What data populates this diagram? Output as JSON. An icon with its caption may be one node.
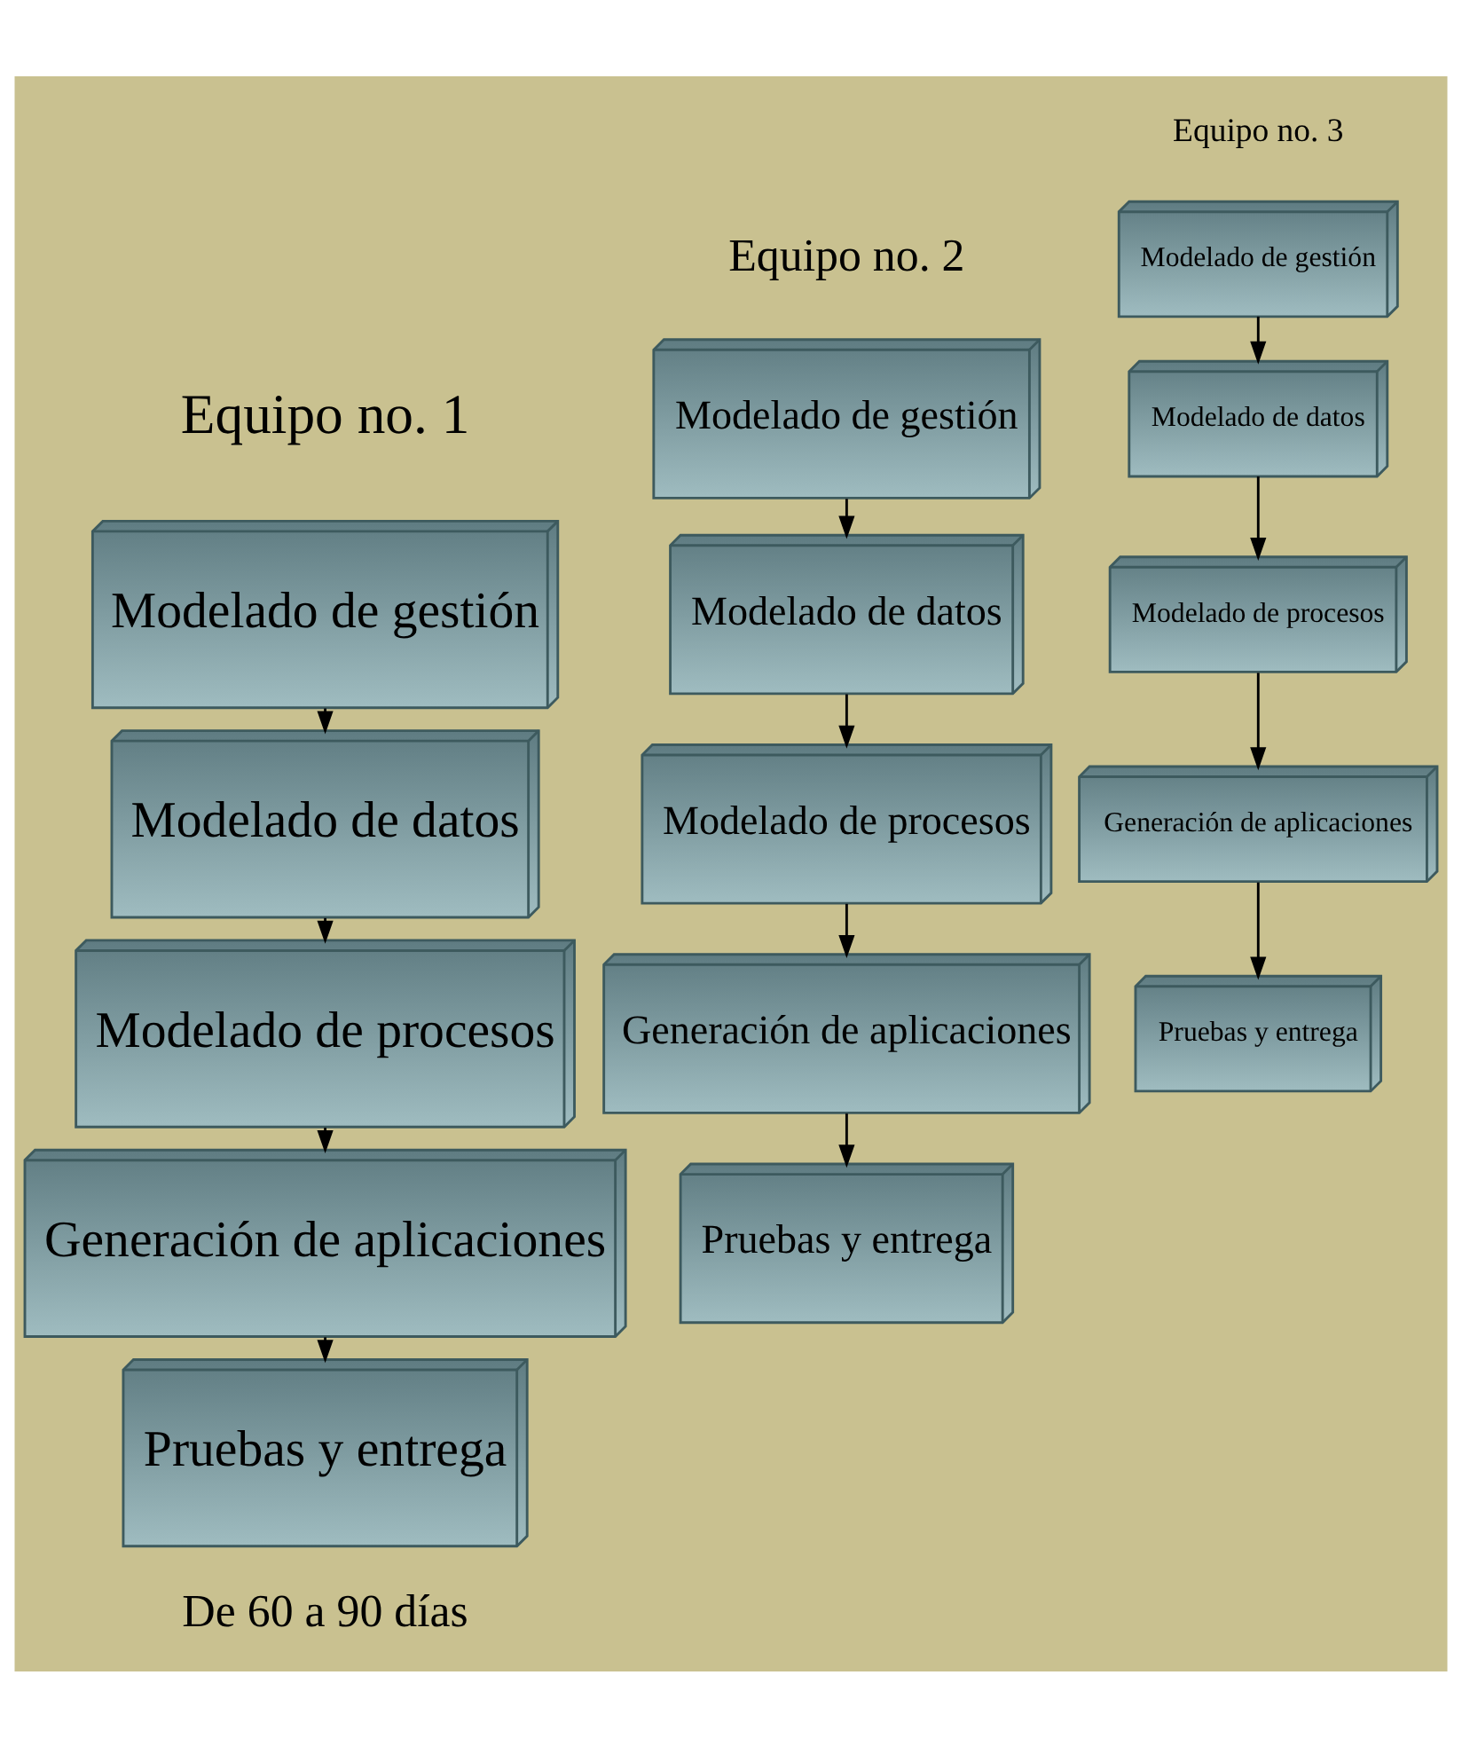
{
  "diagram": {
    "nodes": [
      {
        "text": [
          "Modelado de gestión"
        ]
      },
      {
        "text": [
          "Modelado de datos"
        ]
      },
      {
        "text": [
          "Modelado de procesos"
        ]
      },
      {
        "text": [
          "Generación de aplicaciones"
        ]
      },
      {
        "text": [
          "Pruebas y entrega"
        ]
      },
      {
        "text": [
          "Modelado de gestión"
        ]
      },
      {
        "text": [
          "Modelado de datos"
        ]
      },
      {
        "text": [
          "Modelado de procesos"
        ]
      },
      {
        "text": [
          "Generación de aplicaciones"
        ]
      },
      {
        "text": [
          "Pruebas y entrega"
        ]
      },
      {
        "text": [
          "Modelado de gestión"
        ]
      },
      {
        "text": [
          "Modelado de datos"
        ]
      },
      {
        "text": [
          "Modelado de procesos"
        ]
      },
      {
        "text": [
          "Generación de aplicaciones"
        ]
      },
      {
        "text": [
          "Pruebas y entrega"
        ]
      }
    ],
    "edges": [
      {
        "from": 0,
        "to": 1,
        "arrow": "to"
      },
      {
        "from": 1,
        "to": 2,
        "arrow": "to"
      },
      {
        "from": 2,
        "to": 3,
        "arrow": "to"
      },
      {
        "from": 3,
        "to": 4,
        "arrow": "to"
      },
      {
        "from": 5,
        "to": 6,
        "arrow": "to"
      },
      {
        "from": 6,
        "to": 7,
        "arrow": "to"
      },
      {
        "from": 7,
        "to": 8,
        "arrow": "to"
      },
      {
        "from": 8,
        "to": 9,
        "arrow": "to"
      },
      {
        "from": 10,
        "to": 11,
        "arrow": "to"
      },
      {
        "from": 11,
        "to": 12,
        "arrow": "to"
      },
      {
        "from": 12,
        "to": 13,
        "arrow": "to"
      },
      {
        "from": 13,
        "to": 14,
        "arrow": "to"
      }
    ],
    "labels": [
      "Equipo no. 3",
      "Equipo no. 2",
      "Equipo no. 1",
      "De 60 a 90 días"
    ]
  }
}
